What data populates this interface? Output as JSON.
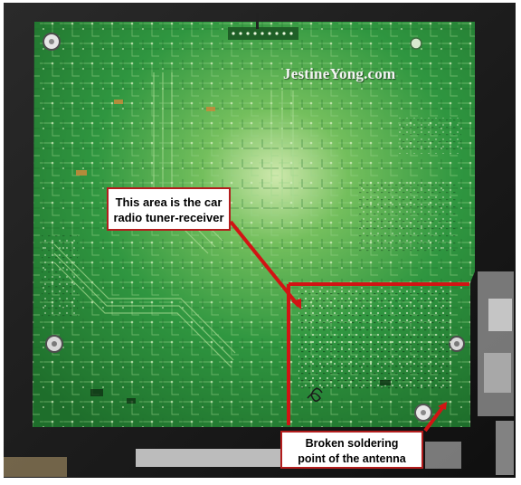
{
  "image": {
    "description_colors": {
      "pcb_green": "#2f8f3a",
      "pcb_highlight": "#c8e6a8",
      "chassis_dark": "#1c1c1c",
      "annotation_red": "#d21414"
    }
  },
  "watermark": {
    "text": "JestineYong.com"
  },
  "callouts": {
    "tuner": {
      "line1": "This area is the car",
      "line2": "radio tuner-receiver"
    },
    "solder": {
      "line1": "Broken soldering",
      "line2": "point of the antenna"
    }
  }
}
